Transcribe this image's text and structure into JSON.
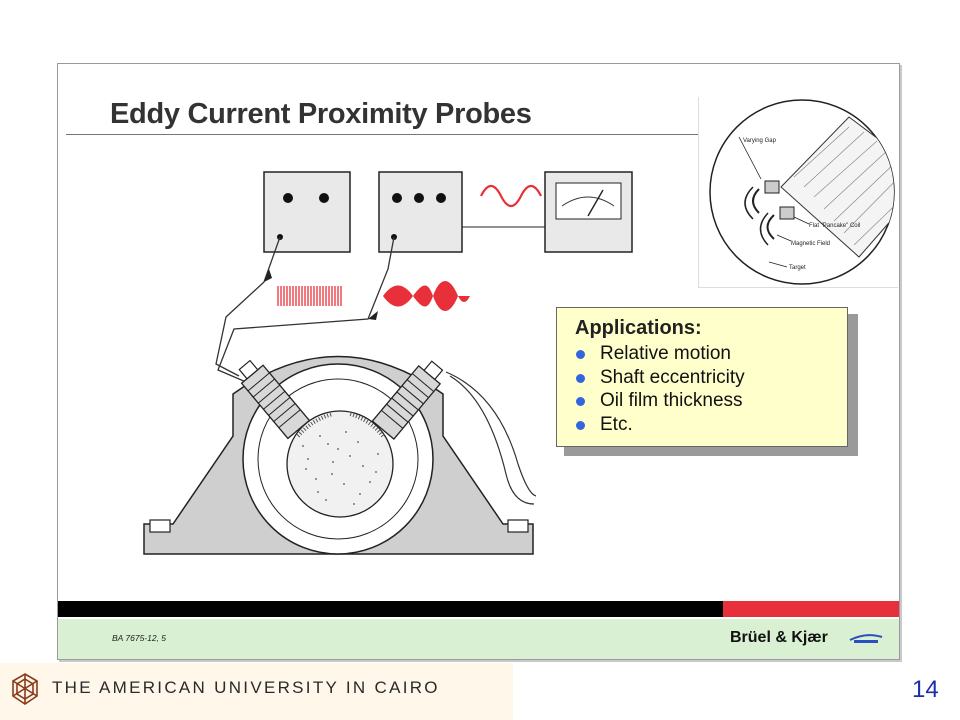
{
  "slide": {
    "title": "Eddy Current Proximity Probes",
    "inset": {
      "labels": [
        "Varying Gap",
        "Flat \"Pancake\" Coil",
        "Magnetic Field",
        "Target"
      ]
    },
    "applications": {
      "heading": "Applications:",
      "items": [
        "Relative motion",
        "Shaft eccentricity",
        "Oil film thickness",
        "Etc."
      ]
    },
    "footer": {
      "doc_ref": "BA 7675-12, 5",
      "brand": "Brüel & Kjær"
    }
  },
  "university": {
    "name": "THE AMERICAN UNIVERSITY IN CAIRO"
  },
  "page_number": "14",
  "colors": {
    "signal_red": "#e8303a",
    "bar_black": "#000000",
    "footer_green": "#d9f0d3",
    "apps_yellow": "#ffffcc",
    "bullet_blue": "#3366dd",
    "page_number_blue": "#1a2fa8",
    "bearing_gray": "#cfcfcf"
  }
}
